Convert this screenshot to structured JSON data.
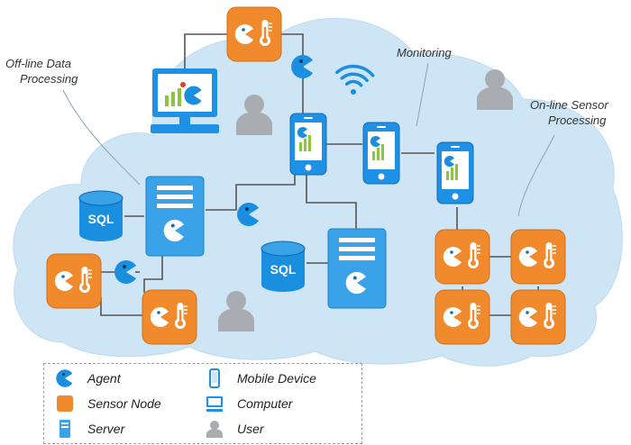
{
  "labels": {
    "offline": [
      "Off-line Data",
      "Processing"
    ],
    "monitoring": "Monitoring",
    "online": [
      "On-line Sensor",
      "Processing"
    ]
  },
  "sql_label": "SQL",
  "legend": {
    "agent": "Agent",
    "sensor_node": "Sensor Node",
    "server": "Server",
    "mobile_device": "Mobile Device",
    "computer": "Computer",
    "user": "User"
  },
  "colors": {
    "cloud": "#cde5f5",
    "agent": "#1a8fe0",
    "sensor_node": "#f08a2c",
    "server": "#3aa2e8",
    "mobile_device": "#1e90e5",
    "user": "#a9adb1",
    "line": "#555555"
  }
}
